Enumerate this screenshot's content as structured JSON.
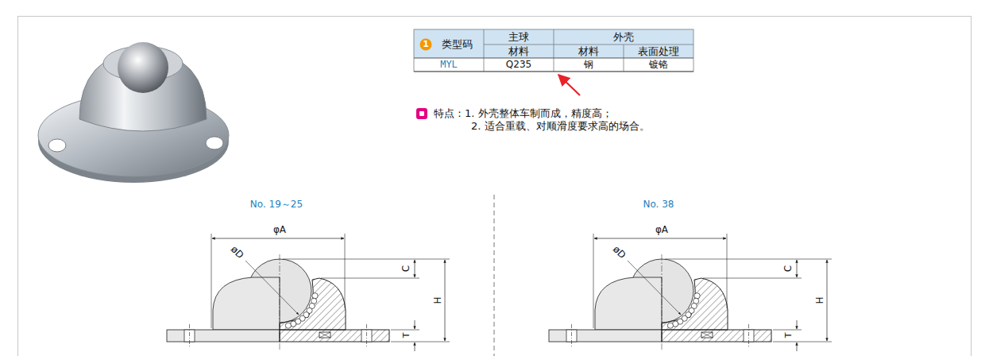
{
  "diagram": {
    "labels": [
      "1",
      "类型码",
      "主球",
      "外壳",
      "材料",
      "材料",
      "表面处理",
      "MYL",
      "Q235",
      "钢",
      "镀铬",
      "特点：1. 外壳整体车制而成，精度高；",
      "2. 适合重载、对顺滑度要求高的场合。",
      "No. 19～25",
      "No. 38",
      "φA",
      "øD",
      "C",
      "H",
      "T",
      "φA",
      "øD",
      "C",
      "H",
      "T"
    ]
  }
}
